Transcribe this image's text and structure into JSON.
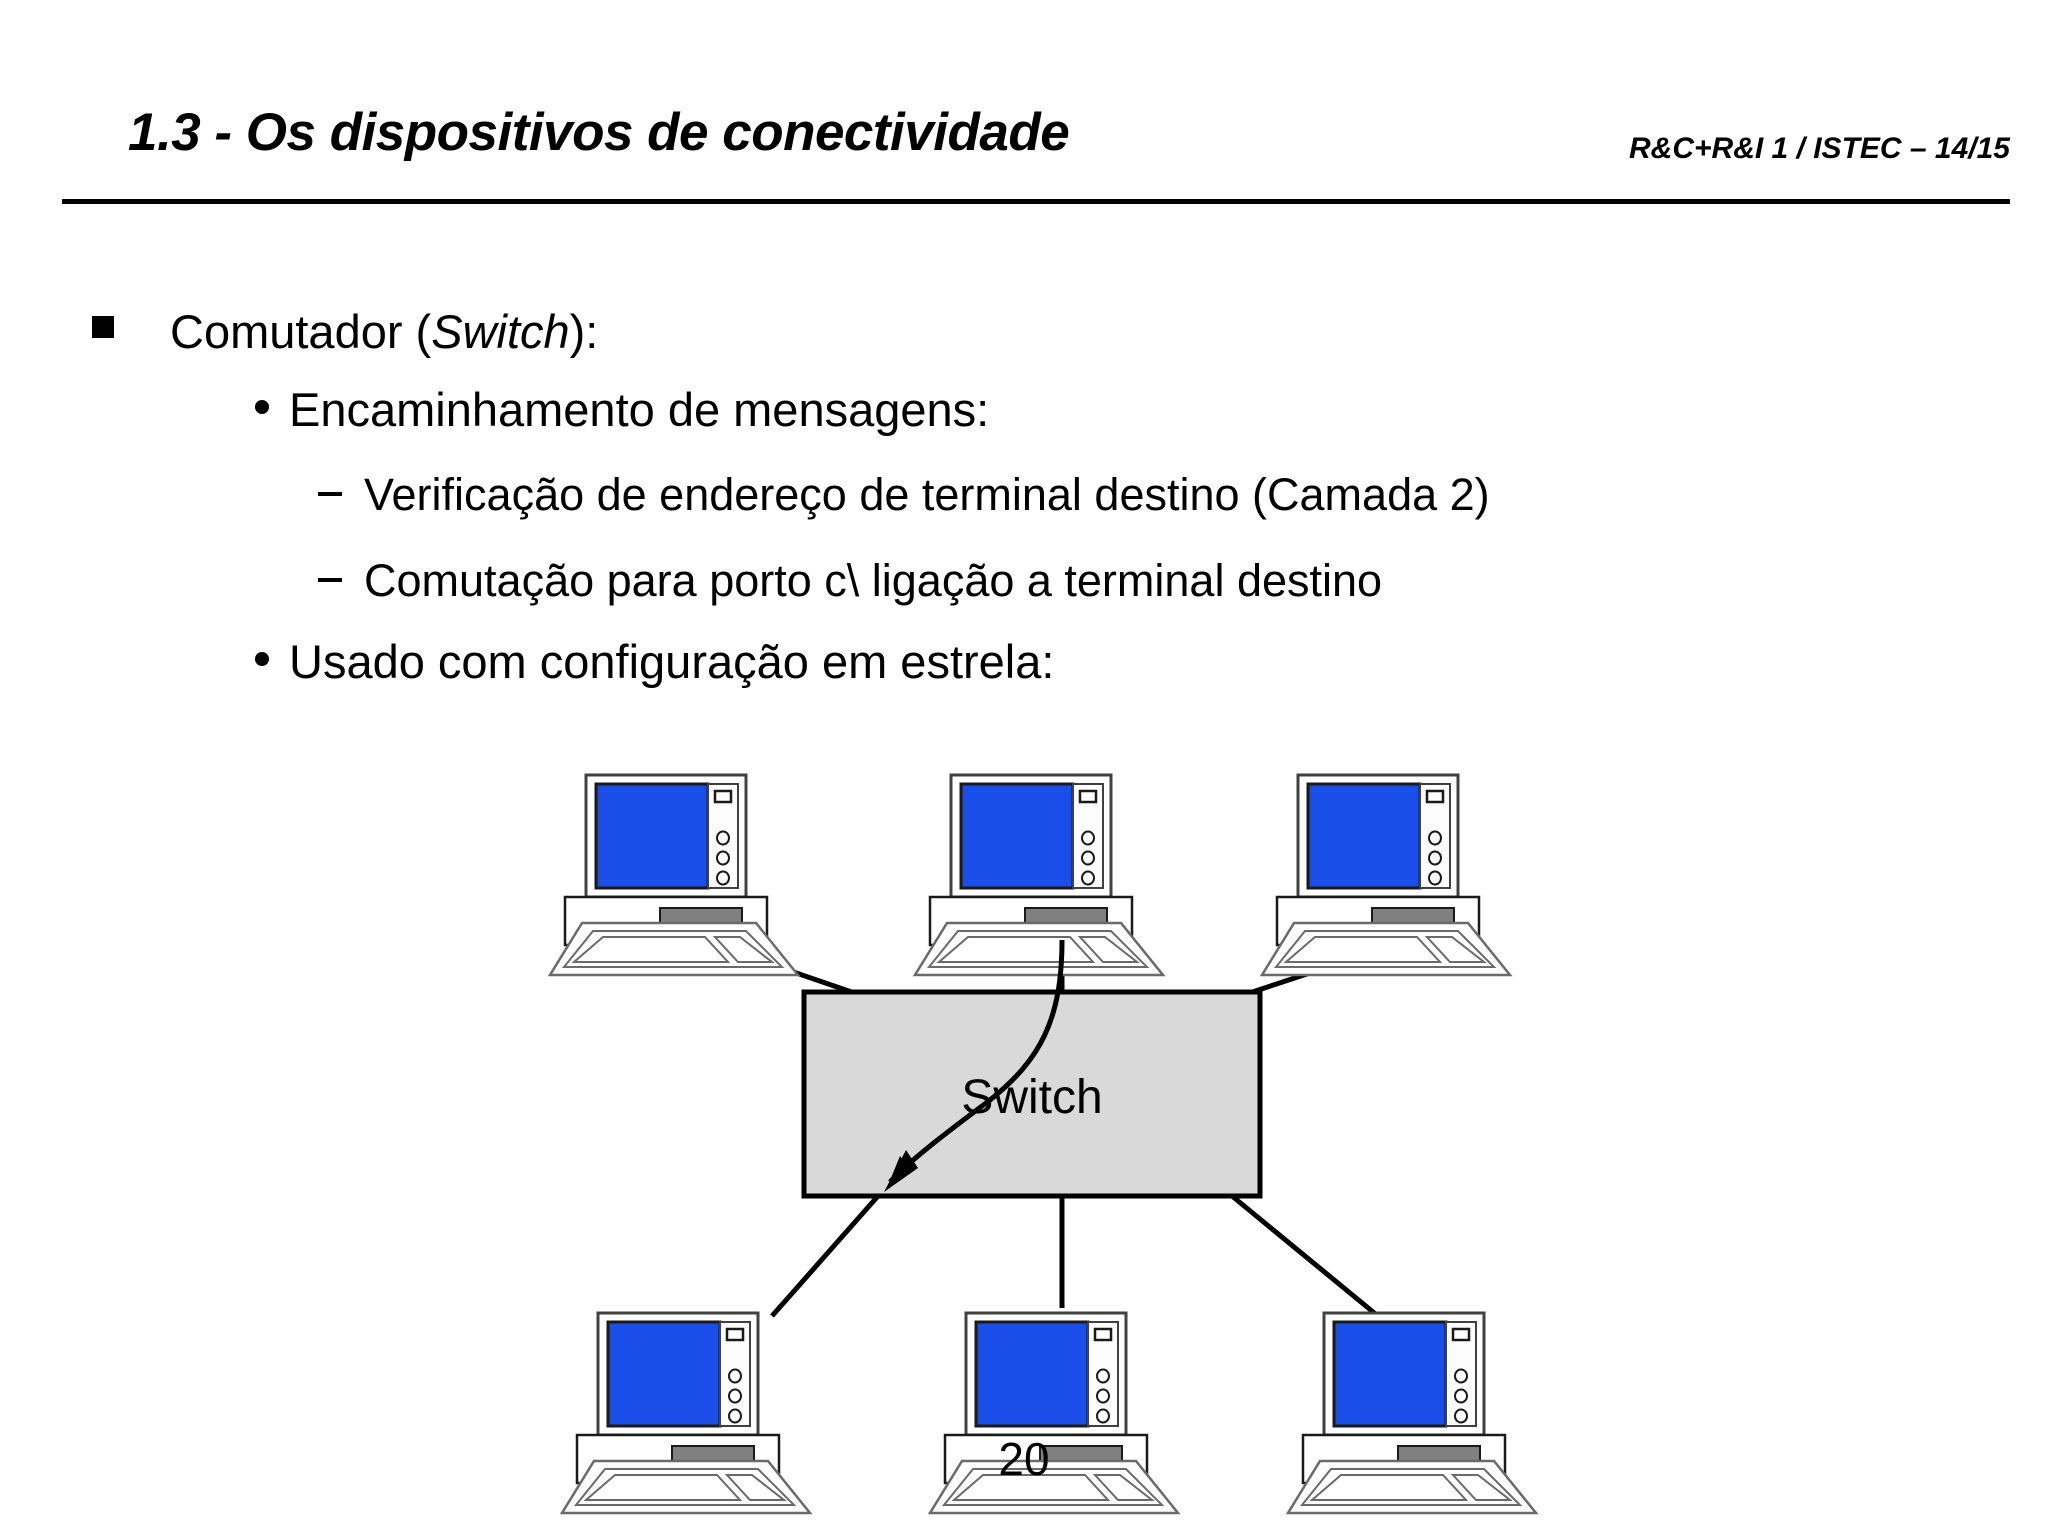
{
  "slide": {
    "page_number": "20",
    "background_color": "#ffffff"
  },
  "header": {
    "title": "1.3 - Os dispositivos de conectividade",
    "meta": "R&C+R&I 1 / ISTEC – 14/15"
  },
  "body": {
    "bullets": [
      {
        "level": 1,
        "marker": "square",
        "text_before": "Comutador (",
        "text_italic": "Switch",
        "text_after": "):"
      },
      {
        "level": 2,
        "marker": "dot",
        "text": "Encaminhamento de mensagens:"
      },
      {
        "level": 3,
        "marker": "dash",
        "text": "Verificação de endereço de terminal destino (Camada 2)"
      },
      {
        "level": 3,
        "marker": "dash",
        "text": "Comutação para porto c\\ ligação a terminal destino"
      },
      {
        "level": 2,
        "marker": "dot",
        "text": "Usado com configuração em estrela:"
      }
    ]
  },
  "diagram": {
    "type": "star-topology-network",
    "switch": {
      "label": "Switch",
      "fill_color": "#d9d9d9",
      "stroke_color": "#000000"
    },
    "computer": {
      "screen_color": "#1a4ee8",
      "body_color": "#ffffff",
      "slot_color": "#808080",
      "outline_color": "#000000",
      "count": 6,
      "top_row_count": 3,
      "bottom_row_count": 3
    },
    "links": {
      "count": 6,
      "color": "#000000"
    },
    "flow_arrow": {
      "description": "curved arrow from top-middle computer into switch",
      "color": "#000000"
    }
  }
}
